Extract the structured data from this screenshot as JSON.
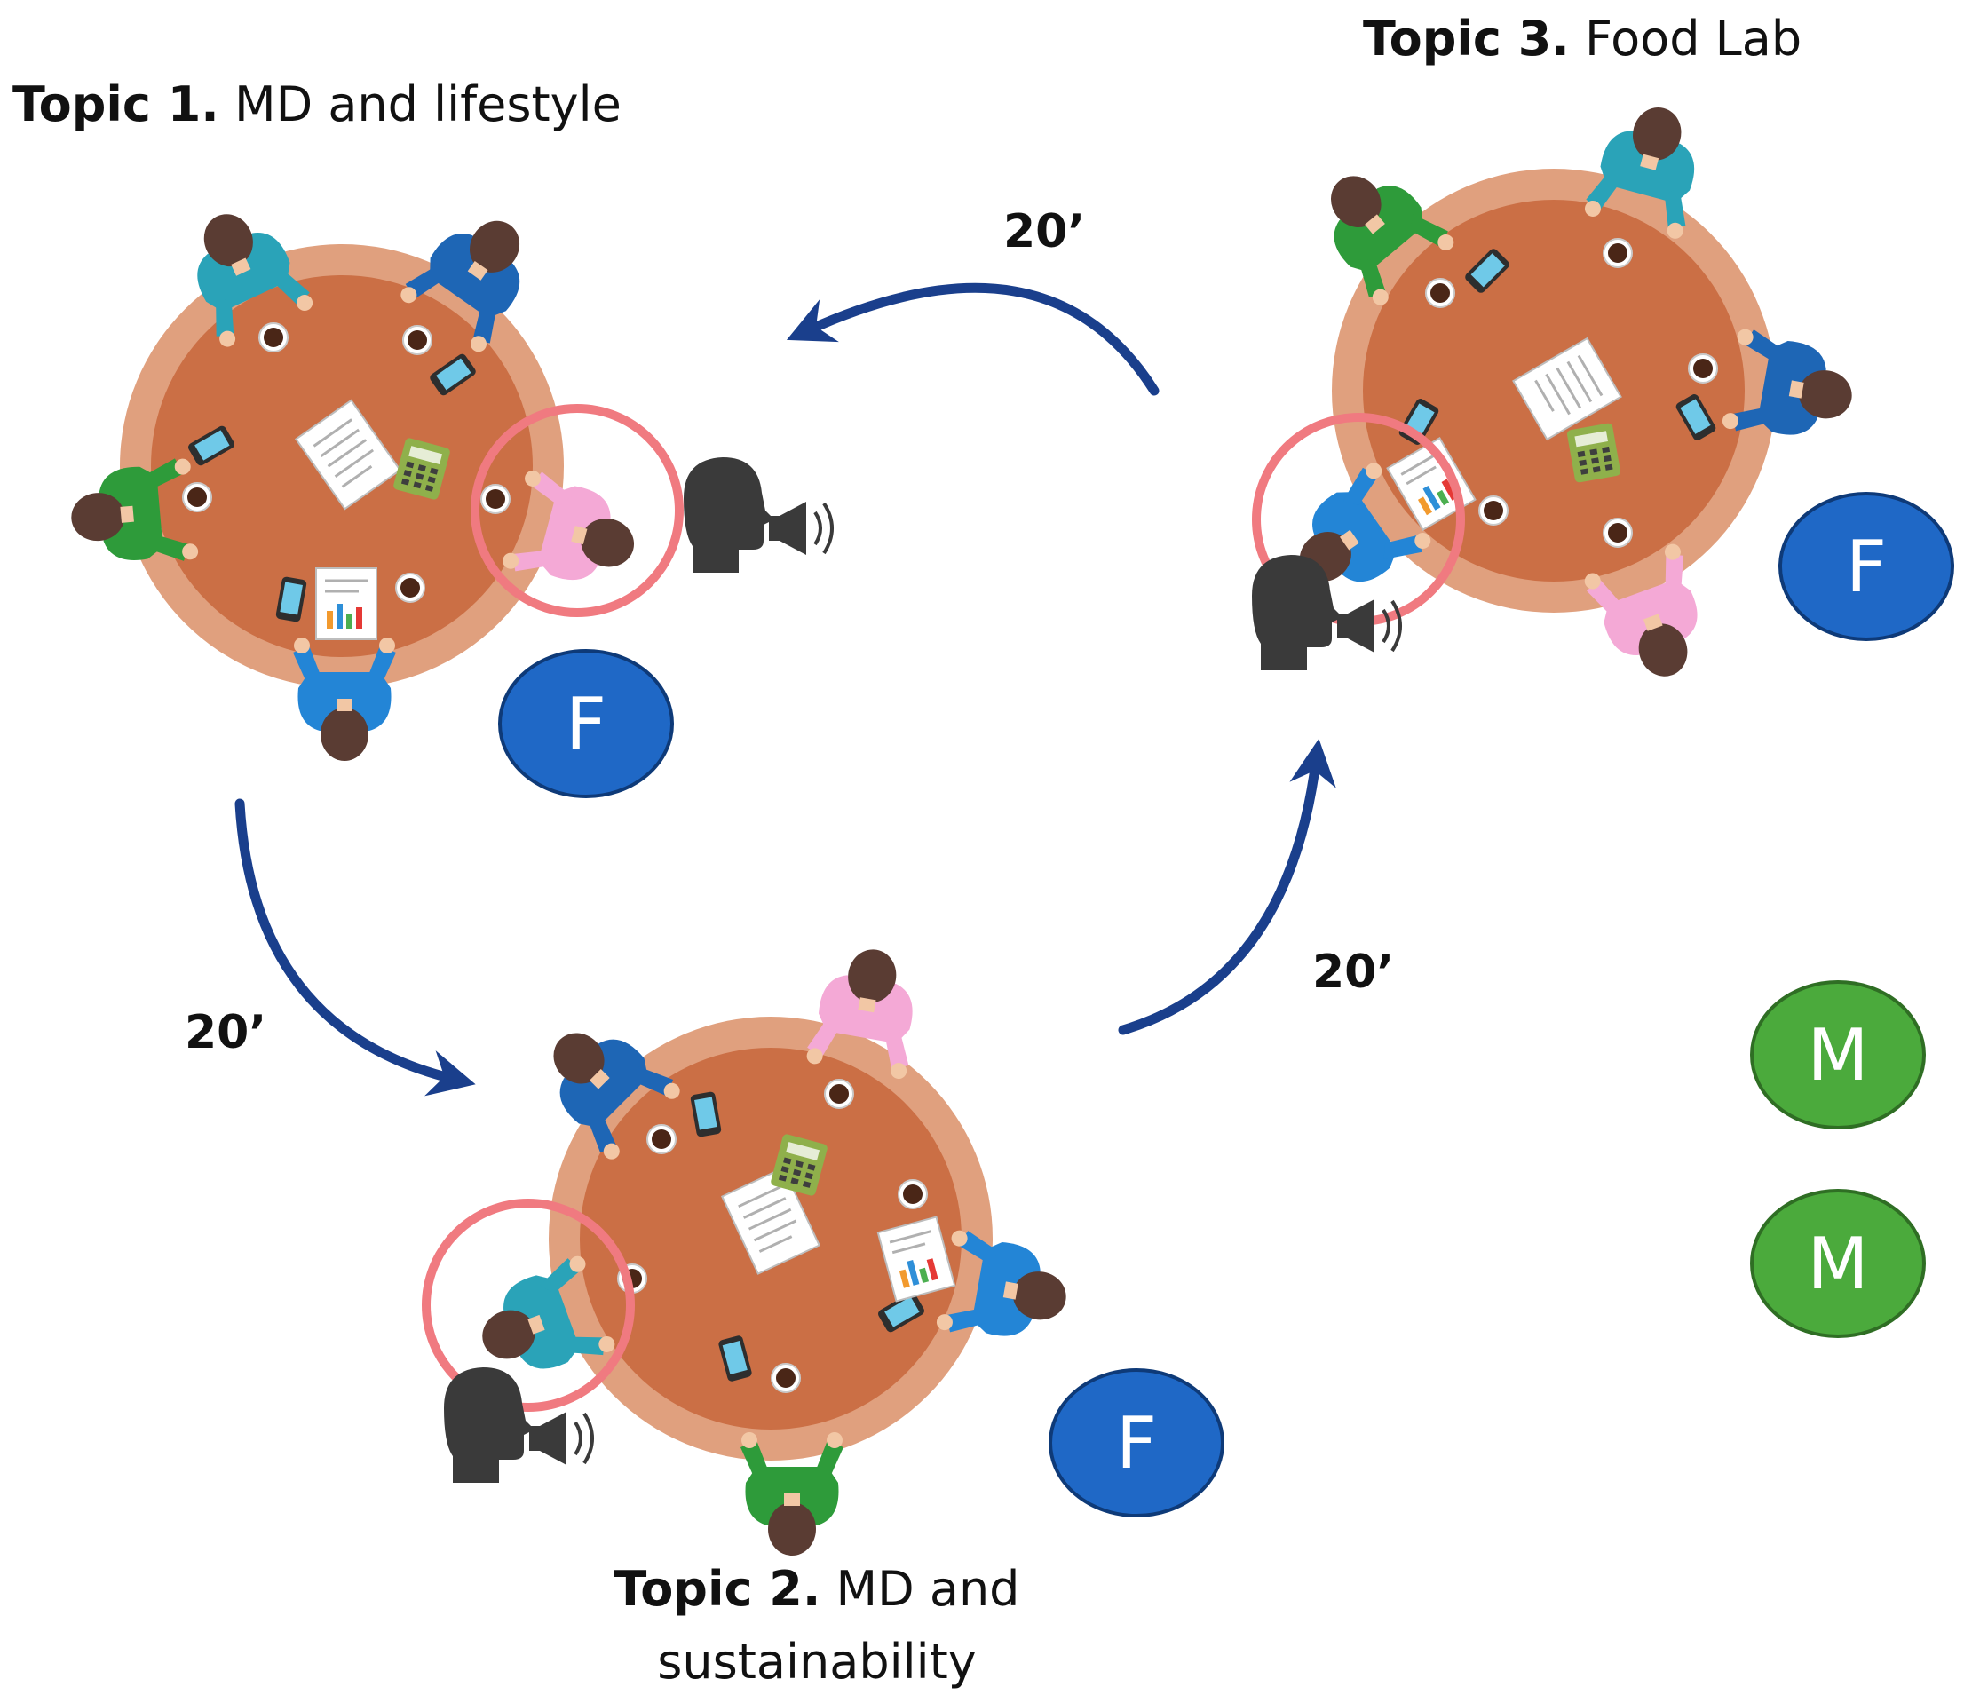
{
  "topics": [
    {
      "prefix": "Topic 1.",
      "title": "MD and lifestyle"
    },
    {
      "prefix": "Topic 2.",
      "title_line1": "MD and",
      "title_line2": "sustainability"
    },
    {
      "prefix": "Topic 3.",
      "title": "Food Lab"
    }
  ],
  "rotation": {
    "duration_1_to_2": "20’",
    "duration_2_to_3": "20’",
    "duration_3_to_1": "20’"
  },
  "badges": {
    "facilitator": "F",
    "moderator": "M"
  },
  "colors": {
    "table_rim": "#E0A07E",
    "table_top": "#CB6F45",
    "arrow": "#1A3F8C",
    "facilitator_badge": "#1F68C6",
    "moderator_badge": "#4BAA3C",
    "speaker_ring": "#F07A80",
    "speaker_head": "#3A3A3A"
  }
}
